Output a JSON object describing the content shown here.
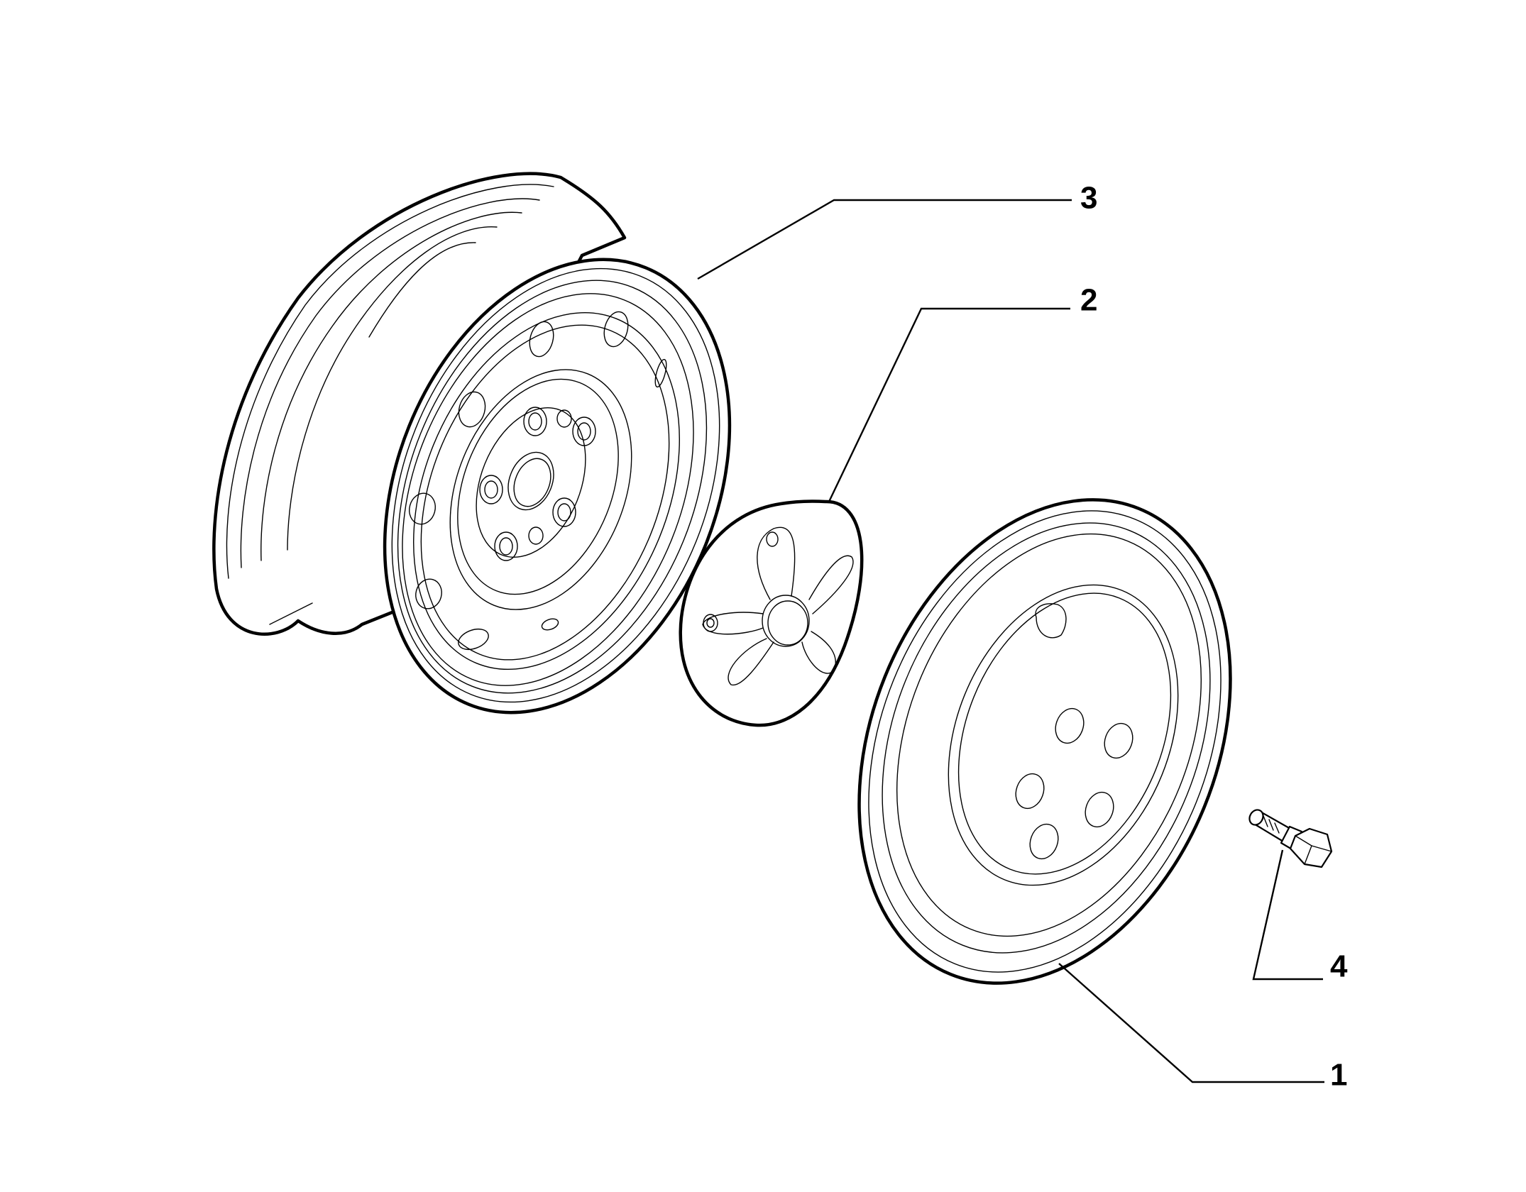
{
  "callouts": [
    {
      "id": "wheel-rim",
      "label": "3"
    },
    {
      "id": "center-cap",
      "label": "2"
    },
    {
      "id": "hubcap",
      "label": "1"
    },
    {
      "id": "wheel-bolt",
      "label": "4"
    }
  ],
  "colors": {
    "line": "#000000",
    "background": "#ffffff"
  }
}
